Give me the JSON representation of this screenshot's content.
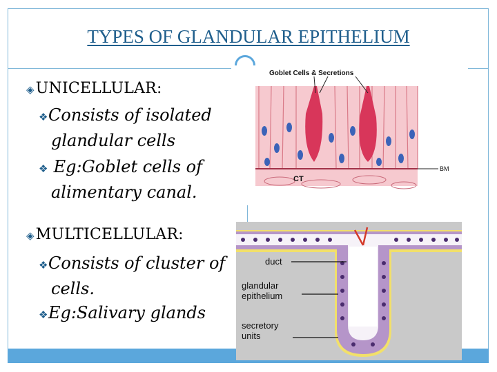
{
  "title": "TYPES OF GLANDULAR EPITHELIUM",
  "sections": [
    {
      "heading": "UNICELLULAR:",
      "items": [
        {
          "line1": "Consists of isolated",
          "line2": "glandular cells"
        },
        {
          "line1": " Eg:Goblet cells of",
          "line2": "alimentary canal."
        }
      ]
    },
    {
      "heading": "MULTICELLULAR:",
      "items": [
        {
          "line1": "Consists of cluster of",
          "line2": "cells."
        },
        {
          "line1": "Eg:Salivary glands",
          "line2": ""
        }
      ]
    }
  ],
  "figure1": {
    "label_top": "Goblet Cells & Secretions",
    "label_ct": "CT",
    "label_bm": "BM"
  },
  "figure2": {
    "label_duct": "duct",
    "label_epi_1": "glandular",
    "label_epi_2": "epithelium",
    "label_sec_1": "secretory",
    "label_sec_2": "units"
  },
  "colors": {
    "accent": "#5ba7dc",
    "title": "#1f5e8c",
    "bullet": "#1f5e8c"
  }
}
